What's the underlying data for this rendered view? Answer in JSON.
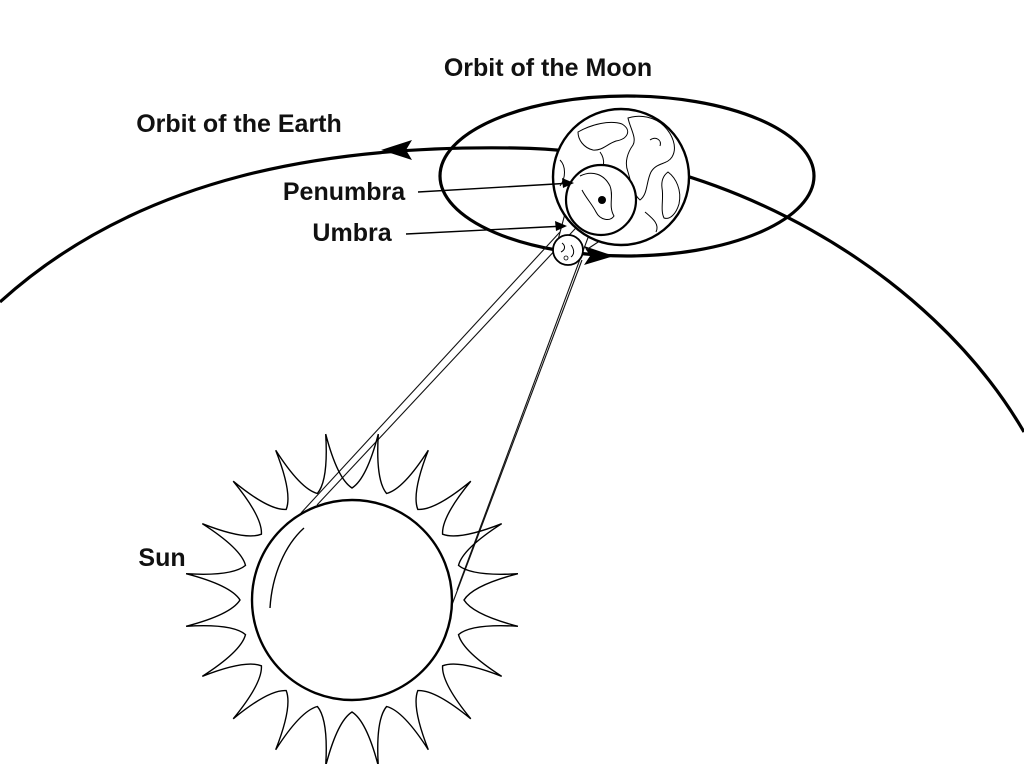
{
  "labels": {
    "orbit_moon": "Orbit of the Moon",
    "orbit_earth": "Orbit of the Earth",
    "penumbra": "Penumbra",
    "umbra": "Umbra",
    "sun": "Sun"
  },
  "colors": {
    "line": "#000000",
    "text": "#111111",
    "background": "#ffffff"
  }
}
